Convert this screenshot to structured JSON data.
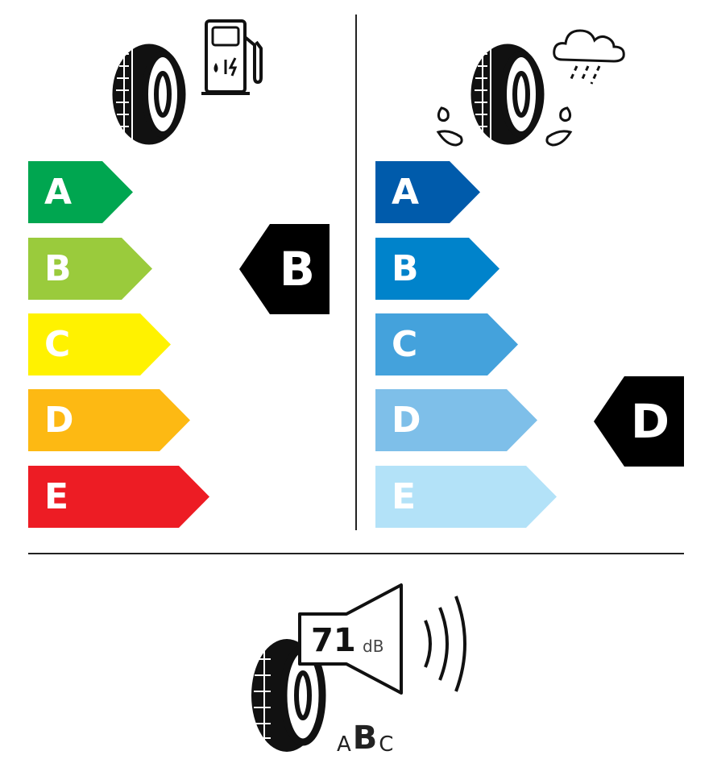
{
  "fuel_efficiency": {
    "icon": "fuel-pump-icon",
    "classes": [
      {
        "label": "A",
        "color": "#00a650"
      },
      {
        "label": "B",
        "color": "#9acb3c"
      },
      {
        "label": "C",
        "color": "#fff200"
      },
      {
        "label": "D",
        "color": "#fdb913"
      },
      {
        "label": "E",
        "color": "#ed1c24"
      }
    ],
    "rating": "B"
  },
  "wet_grip": {
    "icon": "rain-cloud-icon",
    "classes": [
      {
        "label": "A",
        "color": "#005bab"
      },
      {
        "label": "B",
        "color": "#0083cb"
      },
      {
        "label": "C",
        "color": "#44a2dc"
      },
      {
        "label": "D",
        "color": "#7ebfe9"
      },
      {
        "label": "E",
        "color": "#b3e2f8"
      }
    ],
    "rating": "D"
  },
  "noise": {
    "icon": "speaker-icon",
    "value": "71",
    "unit": "dB",
    "classes": [
      "A",
      "B",
      "C"
    ],
    "rating": "B"
  }
}
